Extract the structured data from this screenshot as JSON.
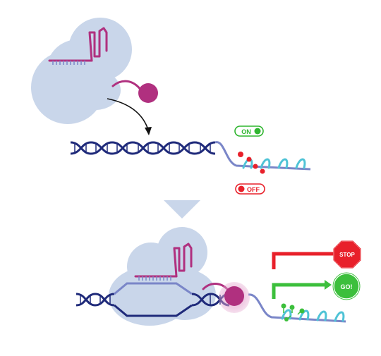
{
  "labels": {
    "on": "ON",
    "off": "OFF",
    "stop": "STOP",
    "go": "GO!"
  },
  "colors": {
    "protein": "#c9d6ea",
    "dna_dark": "#1f2a7a",
    "dna_light": "#7a86c8",
    "dna_teal": "#4fc3d6",
    "rna": "#b0307f",
    "effector": "#b0307f",
    "effector_glow": "#e3a3cd",
    "methyl_red": "#e8202a",
    "acetyl_green": "#3cbf3c",
    "on_green": "#2fb52f",
    "off_red": "#e8202a",
    "arrow_gray": "#c9d6ea"
  },
  "icons": {
    "on_toggle": "toggle-on-icon",
    "off_toggle": "toggle-off-icon",
    "stop_sign": "stop-sign-icon",
    "go_sign": "go-sign-icon",
    "down_arrow": "down-triangle-icon"
  }
}
